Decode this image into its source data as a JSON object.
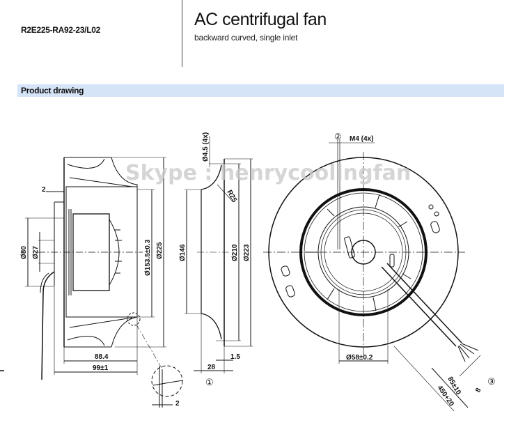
{
  "header": {
    "model": "R2E225-RA92-23/L02",
    "title": "AC centrifugal fan",
    "subtitle": "backward curved, single inlet"
  },
  "section": {
    "title": "Product drawing"
  },
  "watermark": "Skype : henrycoolingfan",
  "side_view": {
    "dim_gap": "2",
    "dim_d80": "Ø80",
    "dim_d27": "Ø27",
    "dim_d153": "Ø153.5±0.3",
    "dim_d225": "Ø225",
    "dim_88": "88.4",
    "dim_99": "99±1",
    "detail_dim": "2"
  },
  "ring_view": {
    "dim_hole": "Ø4.5 (4x)",
    "dim_r25": "R25",
    "dim_d146": "Ø146",
    "dim_d210": "Ø210",
    "dim_d223": "Ø223",
    "dim_15": "1.5",
    "dim_28": "28",
    "marker": "①"
  },
  "front_view": {
    "marker2": "②",
    "dim_m4": "M4 (4x)",
    "dim_d58": "Ø58±0.2",
    "dim_85": "85±10",
    "dim_450": "450+20",
    "dim_8": "8",
    "marker3": "③"
  }
}
